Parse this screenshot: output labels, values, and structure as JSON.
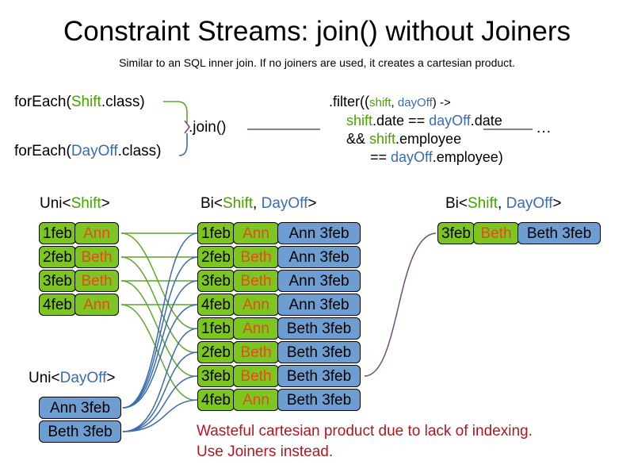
{
  "header": {
    "title": "Constraint Streams: join() without Joiners",
    "subtitle": "Similar to an SQL inner join. If no joiners are used, it creates a cartesian product."
  },
  "code": {
    "for_each_shift": {
      "prefix": "forEach(",
      "type": "Shift",
      "suffix": ".class)"
    },
    "for_each_dayoff": {
      "prefix": "forEach(",
      "type": "DayOff",
      "suffix": ".class)"
    },
    "join_label": ".join()",
    "ellipsis": "…",
    "filter": {
      "line1_prefix": ".filter((",
      "line1_shift": "shift",
      "line1_comma": ", ",
      "line1_dayoff": "dayOff",
      "line1_suffix": ") ->",
      "line2_shift": "shift",
      "line2_mid": ".date == ",
      "line2_dayoff": "dayOff",
      "line2_suffix": ".date",
      "line3_prefix": "&& ",
      "line3_shift": "shift",
      "line3_suffix": ".employee",
      "line4_prefix": "== ",
      "line4_dayoff": "dayOff",
      "line4_suffix": ".employee)"
    }
  },
  "streams": {
    "uni_shift_label": {
      "prefix": "Uni<",
      "type": "Shift",
      "suffix": ">"
    },
    "uni_dayoff_label": {
      "prefix": "Uni<",
      "type": "DayOff",
      "suffix": ">"
    },
    "bi_label": {
      "prefix": "Bi<",
      "type1": "Shift",
      "comma": ", ",
      "type2": "DayOff",
      "suffix": ">"
    },
    "bi_label_right": {
      "prefix": "Bi<",
      "type1": "Shift",
      "comma": ", ",
      "type2": "DayOff",
      "suffix": ">"
    }
  },
  "uni_shift_rows": [
    {
      "date": "1feb",
      "name": "Ann"
    },
    {
      "date": "2feb",
      "name": "Beth"
    },
    {
      "date": "3feb",
      "name": "Beth"
    },
    {
      "date": "4feb",
      "name": "Ann"
    }
  ],
  "uni_dayoff_rows": [
    {
      "dayoff": "Ann 3feb"
    },
    {
      "dayoff": "Beth 3feb"
    }
  ],
  "bi_rows": [
    {
      "date": "1feb",
      "name": "Ann",
      "dayoff": "Ann 3feb"
    },
    {
      "date": "2feb",
      "name": "Beth",
      "dayoff": "Ann 3feb"
    },
    {
      "date": "3feb",
      "name": "Beth",
      "dayoff": "Ann 3feb"
    },
    {
      "date": "4feb",
      "name": "Ann",
      "dayoff": "Ann 3feb"
    },
    {
      "date": "1feb",
      "name": "Ann",
      "dayoff": "Beth 3feb"
    },
    {
      "date": "2feb",
      "name": "Beth",
      "dayoff": "Beth 3feb"
    },
    {
      "date": "3feb",
      "name": "Beth",
      "dayoff": "Beth 3feb"
    },
    {
      "date": "4feb",
      "name": "Ann",
      "dayoff": "Beth 3feb"
    }
  ],
  "result_rows": [
    {
      "date": "3feb",
      "name": "Beth",
      "dayoff": "Beth 3feb"
    }
  ],
  "warning": {
    "line1": "Wasteful cartesian product due to lack of indexing.",
    "line2": "Use Joiners instead."
  },
  "colors": {
    "shift_green": "#7DC520",
    "dayoff_blue": "#6E9DD1",
    "name_orange": "#E8491E",
    "shift_token": "#46A302",
    "dayoff_token": "#3B6CB0",
    "warning_red": "#B0171F",
    "join_wire_purple": "#6E4C7E",
    "shift_wire_green": "#5FA62B",
    "dayoff_wire_blue": "#3B6CB0"
  }
}
